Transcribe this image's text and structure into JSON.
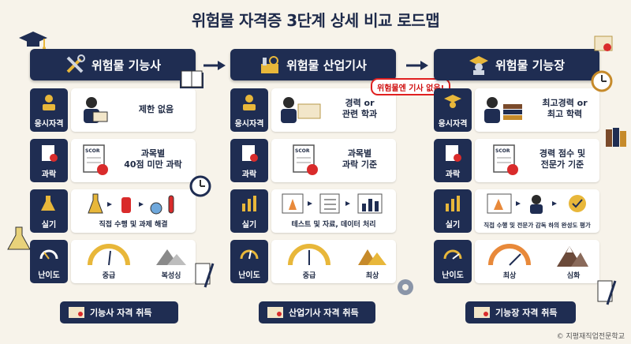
{
  "title": "위험물 자격증 3단계 상세 비교 로드맵",
  "labels": {
    "eligibility": "응시자격",
    "pass": "과락",
    "practical": "실기",
    "difficulty": "난이도"
  },
  "columns": [
    {
      "name": "위험물 기능사",
      "eligibility": "제한 없음",
      "pass": "과목별\n40점 미만 과락",
      "practical": "직접 수행 및 과제 해결",
      "difficulty_a": "중급",
      "difficulty_b": "복성싱",
      "cert": "기능사 자격 취득"
    },
    {
      "name": "위험물 산업기사",
      "eligibility": "경력 or\n관련 학과",
      "pass": "과목별\n과락 기준",
      "practical": "테스트 및 자료, 데이터 처리",
      "difficulty_a": "중급",
      "difficulty_b": "최상",
      "cert": "산업기사 자격 취득"
    },
    {
      "name": "위험물 기능장",
      "eligibility": "최고경력 or\n최고 학력",
      "pass": "경력 점수 및\n전문가 기준",
      "practical": "직접 수행 및 전문가 감독 하의 완성도 평가",
      "difficulty_a": "최상",
      "difficulty_b": "심화",
      "cert": "기능장 자격 취득"
    }
  ],
  "warning": "위험물엔 기사 없음!",
  "score_label": "SCOR",
  "footer": "© 지평재직업전문학교",
  "colors": {
    "navy": "#1f2d52",
    "bg": "#f7f3ea",
    "red": "#e02020",
    "gold": "#e8b73a"
  }
}
